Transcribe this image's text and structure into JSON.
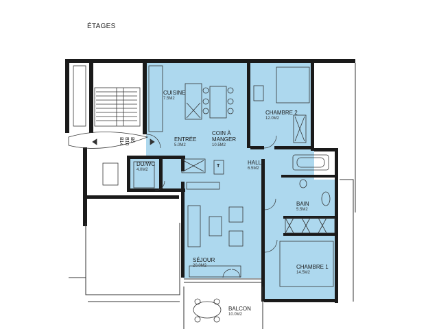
{
  "page": {
    "title": "ÉTAGES"
  },
  "colors": {
    "room_fill": "#add8ee",
    "wall": "#1a1a1a",
    "line": "#333333"
  },
  "rooms": [
    {
      "id": "cuisine",
      "name": "CUISINE",
      "area": "7.5M2"
    },
    {
      "id": "chambre2",
      "name": "CHAMBRE 2",
      "area": "12.0M2"
    },
    {
      "id": "entree",
      "name": "ENTRÉE",
      "area": "5.0M2"
    },
    {
      "id": "coin",
      "name": "COIN À\nMANGER",
      "area": "10.5M2"
    },
    {
      "id": "duwc",
      "name": "DU/WC",
      "area": "4.0M2"
    },
    {
      "id": "hall",
      "name": "HALL",
      "area": "6.5M2"
    },
    {
      "id": "bain",
      "name": "BAIN",
      "area": "5.5M2"
    },
    {
      "id": "sejour",
      "name": "SÉJOUR",
      "area": "20.0M2"
    },
    {
      "id": "chambre1",
      "name": "CHAMBRE 1",
      "area": "14.5M2"
    },
    {
      "id": "balcon",
      "name": "BALCON",
      "area": "10.0M2"
    }
  ],
  "markers": {
    "t_symbol": "T",
    "stair_codes": [
      "B6",
      "B10",
      "B14"
    ]
  }
}
